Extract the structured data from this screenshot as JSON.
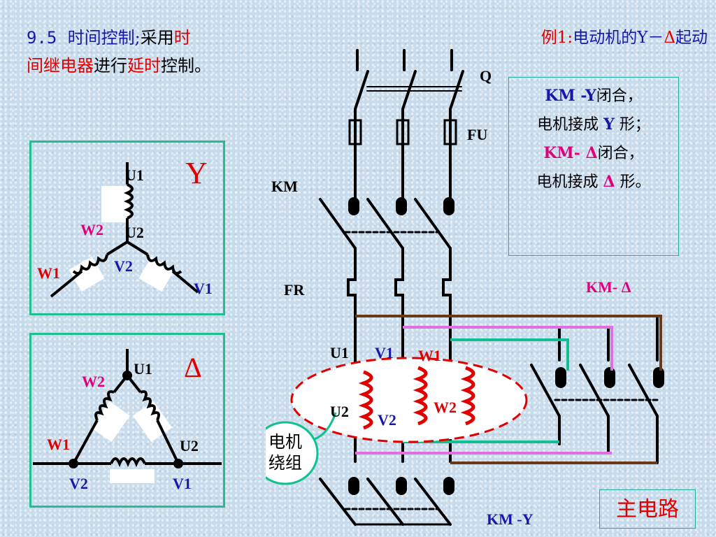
{
  "title": {
    "num": "9.5",
    "part1": "时间控制;",
    "part2": "采用",
    "part3": "时",
    "part4": "间继电器",
    "part5": "进行",
    "part6": "延时",
    "part7": "控制。"
  },
  "example": {
    "prefix": "例1:",
    "text": "电动机的Y－",
    "delta": "Δ",
    "suffix": "起动"
  },
  "note": {
    "line1_a": "KM -Y",
    "line1_b": "闭合，",
    "line2_a": "电机接成 ",
    "line2_b": "Y",
    "line2_c": " 形；",
    "line3_a": "KM- Δ",
    "line3_b": "闭合，",
    "line4_a": "电机接成 ",
    "line4_b": "Δ",
    "line4_c": " 形。"
  },
  "main_circuit_label": "主电路",
  "star_panel": {
    "symbol": "Y",
    "labels": {
      "u1": "U1",
      "u2": "U2",
      "v1": "V1",
      "v2": "V2",
      "w1": "W1",
      "w2": "W2"
    }
  },
  "delta_panel": {
    "symbol": "Δ",
    "labels": {
      "u1": "U1",
      "u2": "U2",
      "v1": "V1",
      "v2": "V2",
      "w1": "W1",
      "w2": "W2"
    }
  },
  "circuit": {
    "q": "Q",
    "fu": "FU",
    "km": "KM",
    "fr": "FR",
    "km_delta": "KM- Δ",
    "km_y": "KM -Y",
    "winding_callout": [
      "电机",
      "绕组"
    ],
    "winding_labels": {
      "u1": "U1",
      "v1": "V1",
      "w1": "W1",
      "u2": "U2",
      "v2": "V2",
      "w2": "W2"
    }
  },
  "colors": {
    "title_blue": "#1818a8",
    "highlight_red": "#e00000",
    "panel_border": "#1fbf8f",
    "delta_bus": "#e070e0",
    "green_bus": "#10c090",
    "brown_bus": "#6a3a18",
    "coil_red": "#e00000"
  }
}
